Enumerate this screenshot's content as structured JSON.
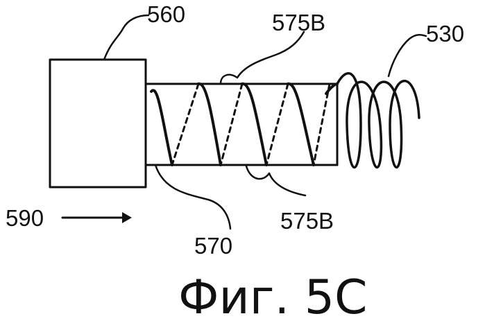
{
  "figure": {
    "caption": "Фиг. 5C",
    "labels": {
      "block": "560",
      "coil_top": "575B",
      "coil_bottom": "575B",
      "spring": "530",
      "rod": "570",
      "direction": "590"
    },
    "colors": {
      "ink": "#111111",
      "paper": "#ffffff"
    }
  }
}
